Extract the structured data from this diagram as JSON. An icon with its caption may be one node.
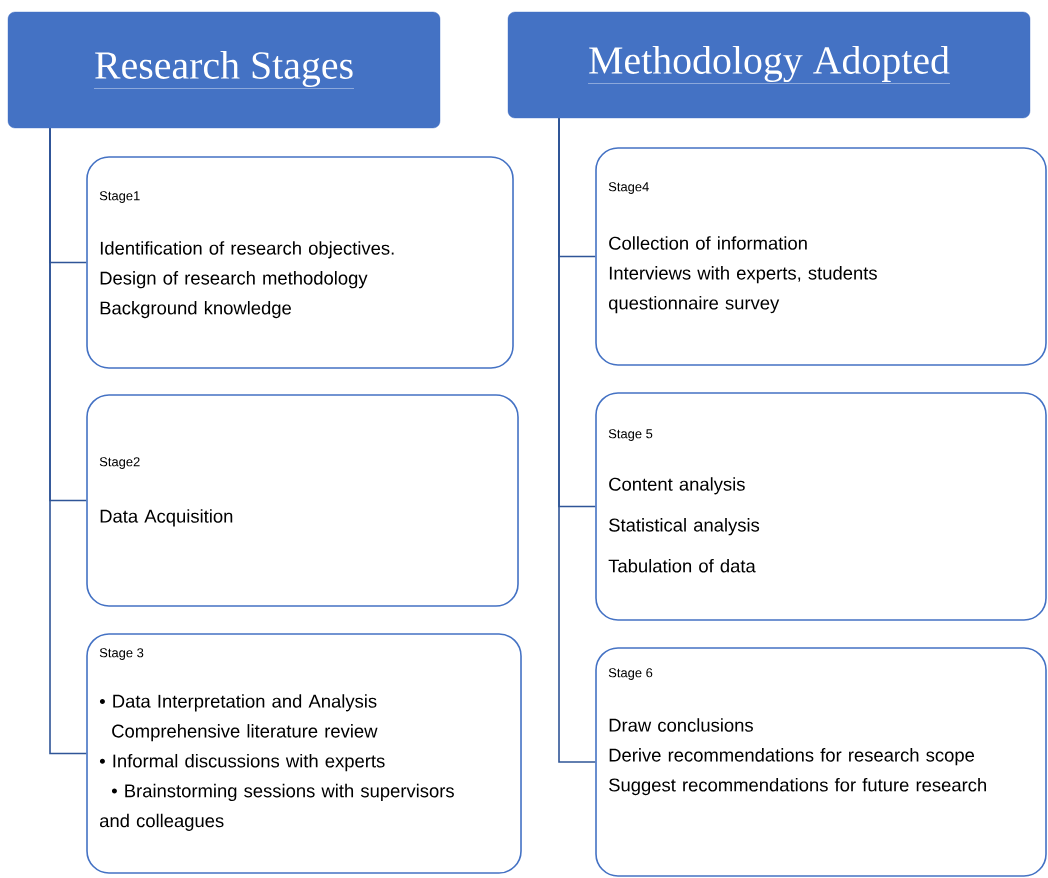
{
  "diagram": {
    "nodes": [
      {
        "text": [
          "Research Stages"
        ]
      },
      {
        "text": [
          "Stage1",
          "Identification of research objectives.",
          "Design of research methodology",
          "Background knowledge"
        ]
      },
      {
        "text": [
          "Stage2",
          "Data Acquisition"
        ]
      },
      {
        "text": [
          "Stage 3",
          "• Data Interpretation and Analysis",
          "Comprehensive literature review",
          "• Informal discussions with experts",
          "• Brainstorming sessions with supervisors and colleagues"
        ]
      },
      {
        "text": [
          "Methodology Adopted"
        ]
      },
      {
        "text": [
          "Stage4",
          "Collection of information",
          "Interviews with experts, students",
          "questionnaire survey"
        ]
      },
      {
        "text": [
          "Stage 5",
          "Content analysis",
          "Statistical analysis",
          "Tabulation of data"
        ]
      },
      {
        "text": [
          "Stage 6",
          "Draw conclusions",
          "Derive recommendations for research scope",
          "Suggest recommendations for future research"
        ]
      }
    ],
    "edges": [
      {
        "from": 0,
        "to": 1,
        "arrow": "none"
      },
      {
        "from": 0,
        "to": 2,
        "arrow": "none"
      },
      {
        "from": 0,
        "to": 3,
        "arrow": "none"
      },
      {
        "from": 4,
        "to": 5,
        "arrow": "none"
      },
      {
        "from": 4,
        "to": 6,
        "arrow": "none"
      },
      {
        "from": 4,
        "to": 7,
        "arrow": "none"
      }
    ]
  }
}
